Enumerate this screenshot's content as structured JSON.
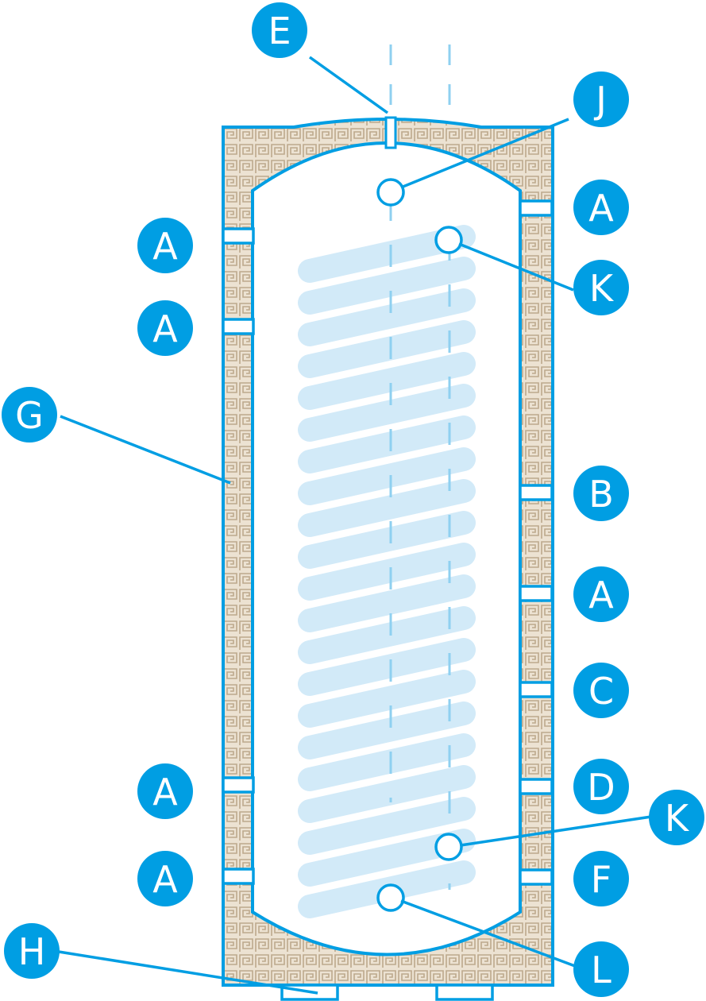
{
  "colors": {
    "accent": "#009ee3",
    "insulation_base": "#ece2d2",
    "insulation_pattern": "#bda98c",
    "coil": "#d2eaf8"
  },
  "labels": {
    "A": "A",
    "B": "B",
    "C": "C",
    "D": "D",
    "E": "E",
    "F": "F",
    "G": "G",
    "H": "H",
    "J": "J",
    "K": "K",
    "L": "L"
  }
}
